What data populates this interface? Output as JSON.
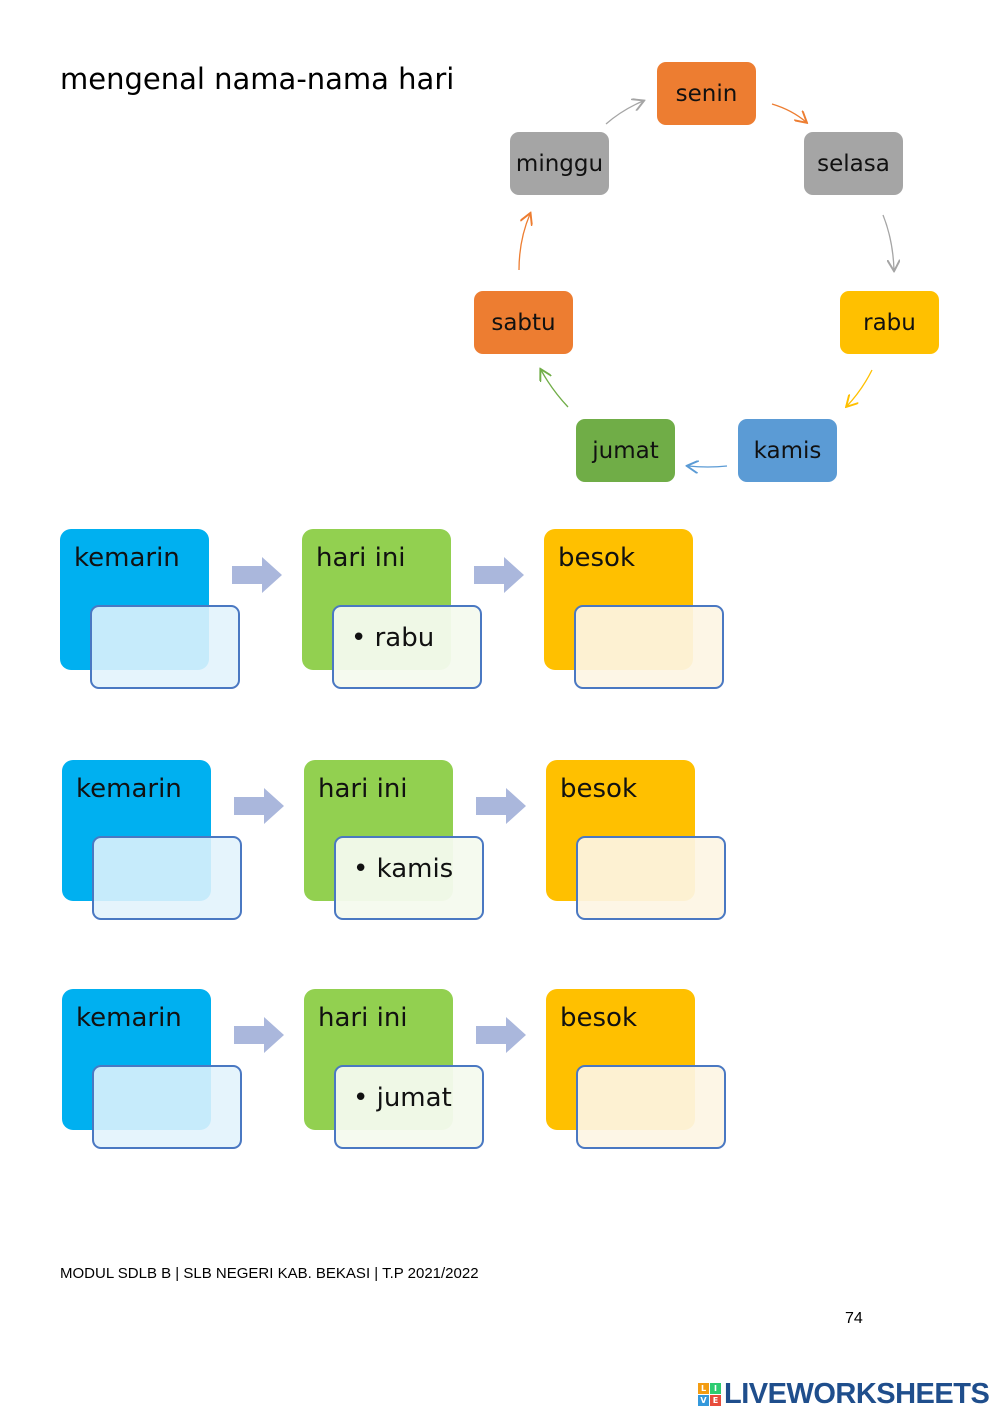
{
  "title": "mengenal nama-nama hari",
  "cycle": [
    {
      "label": "senin",
      "color": "#ed7d31"
    },
    {
      "label": "selasa",
      "color": "#a5a5a5"
    },
    {
      "label": "rabu",
      "color": "#ffc000"
    },
    {
      "label": "kamis",
      "color": "#5b9bd5"
    },
    {
      "label": "jumat",
      "color": "#70ad47"
    },
    {
      "label": "sabtu",
      "color": "#ed7d31"
    },
    {
      "label": "minggu",
      "color": "#a5a5a5"
    }
  ],
  "rows": [
    {
      "yesterday": "kemarin",
      "today": "hari ini",
      "tomorrow": "besok",
      "today_value": "• rabu"
    },
    {
      "yesterday": "kemarin",
      "today": "hari ini",
      "tomorrow": "besok",
      "today_value": "• kamis"
    },
    {
      "yesterday": "kemarin",
      "today": "hari ini",
      "tomorrow": "besok",
      "today_value": "• jumat"
    }
  ],
  "colors": {
    "kemarin": "#00b0f0",
    "hari_ini": "#92d050",
    "besok": "#ffc000",
    "flow_arrow": "#aab7dc",
    "inner_border": "#4a78c2"
  },
  "footer": "MODUL SDLB B | SLB NEGERI KAB. BEKASI | T.P 2021/2022",
  "page_number": "74",
  "brand": "LIVEWORKSHEETS"
}
